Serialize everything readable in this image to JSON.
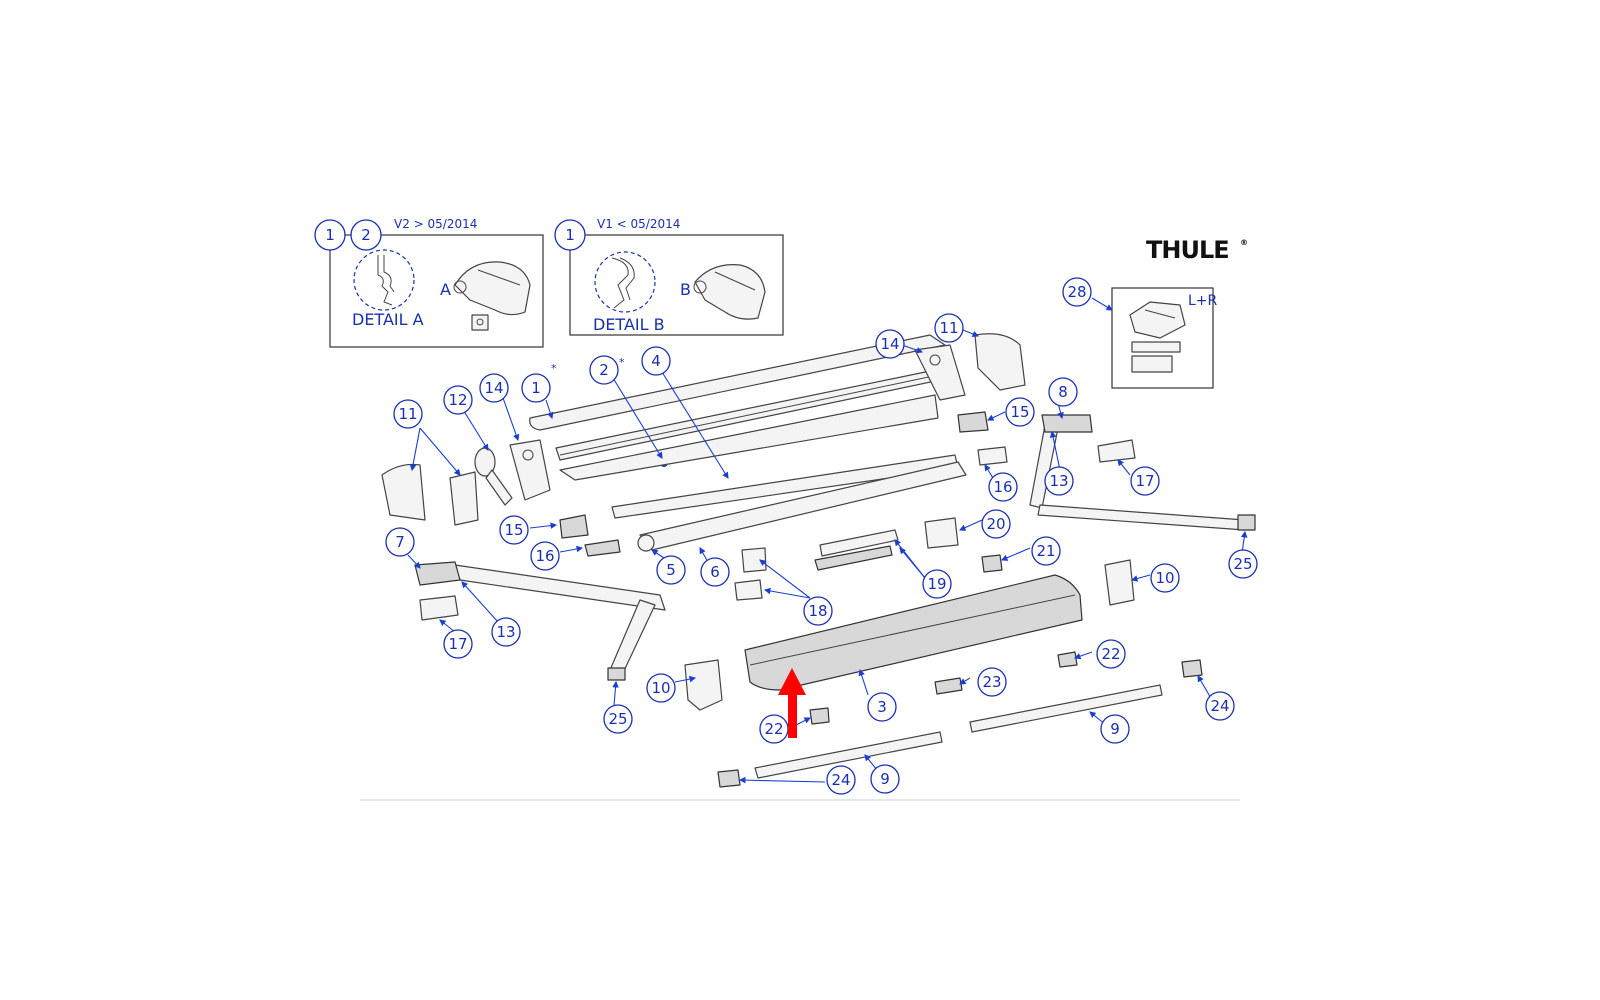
{
  "brand": {
    "logo_text": "THULE",
    "registered_mark": "®"
  },
  "detail_box_v2": {
    "numbers": [
      "1",
      "2"
    ],
    "version_label": "V2 > 05/2014",
    "detail_label": "DETAIL A",
    "letter": "A"
  },
  "detail_box_v1": {
    "numbers": [
      "1"
    ],
    "version_label": "V1 < 05/2014",
    "detail_label": "DETAIL B",
    "letter": "B"
  },
  "kit_box": {
    "number": "28",
    "label": "L+R"
  },
  "asterisk": "*",
  "callouts": [
    "1",
    "2",
    "3",
    "4",
    "5",
    "6",
    "7",
    "8",
    "9",
    "9",
    "10",
    "10",
    "11",
    "11",
    "12",
    "13",
    "13",
    "14",
    "14",
    "15",
    "15",
    "16",
    "16",
    "17",
    "17",
    "18",
    "19",
    "20",
    "21",
    "22",
    "22",
    "23",
    "24",
    "24",
    "25",
    "25"
  ],
  "highlight_arrow_color": "#ff0000",
  "callout_color": "#1a2fb0"
}
